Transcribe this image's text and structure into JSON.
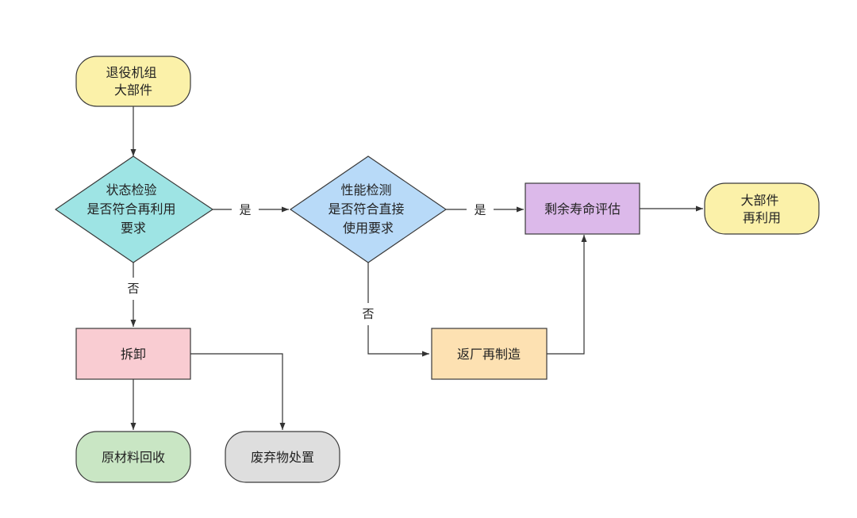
{
  "nodes": {
    "start": {
      "lines": [
        "退役机组",
        "大部件"
      ],
      "color": "#fbf1a9"
    },
    "status_check": {
      "lines": [
        "状态检验",
        "是否符合再利用",
        "要求"
      ],
      "color": "#9ee4e4"
    },
    "perf_check": {
      "lines": [
        "性能检测",
        "是否符合直接",
        "使用要求"
      ],
      "color": "#b8daf8"
    },
    "life_eval": {
      "lines": [
        "剩余寿命评估"
      ],
      "color": "#dcb9ea"
    },
    "reuse": {
      "lines": [
        "大部件",
        "再利用"
      ],
      "color": "#fbf1a9"
    },
    "dismantle": {
      "lines": [
        "拆卸"
      ],
      "color": "#f9ccd2"
    },
    "remanufacture": {
      "lines": [
        "返厂再制造"
      ],
      "color": "#fde1b2"
    },
    "recycle": {
      "lines": [
        "原材料回收"
      ],
      "color": "#c9e6c4"
    },
    "disposal": {
      "lines": [
        "废弃物处置"
      ],
      "color": "#dedede"
    }
  },
  "edge_labels": {
    "yes": "是",
    "no": "否"
  }
}
